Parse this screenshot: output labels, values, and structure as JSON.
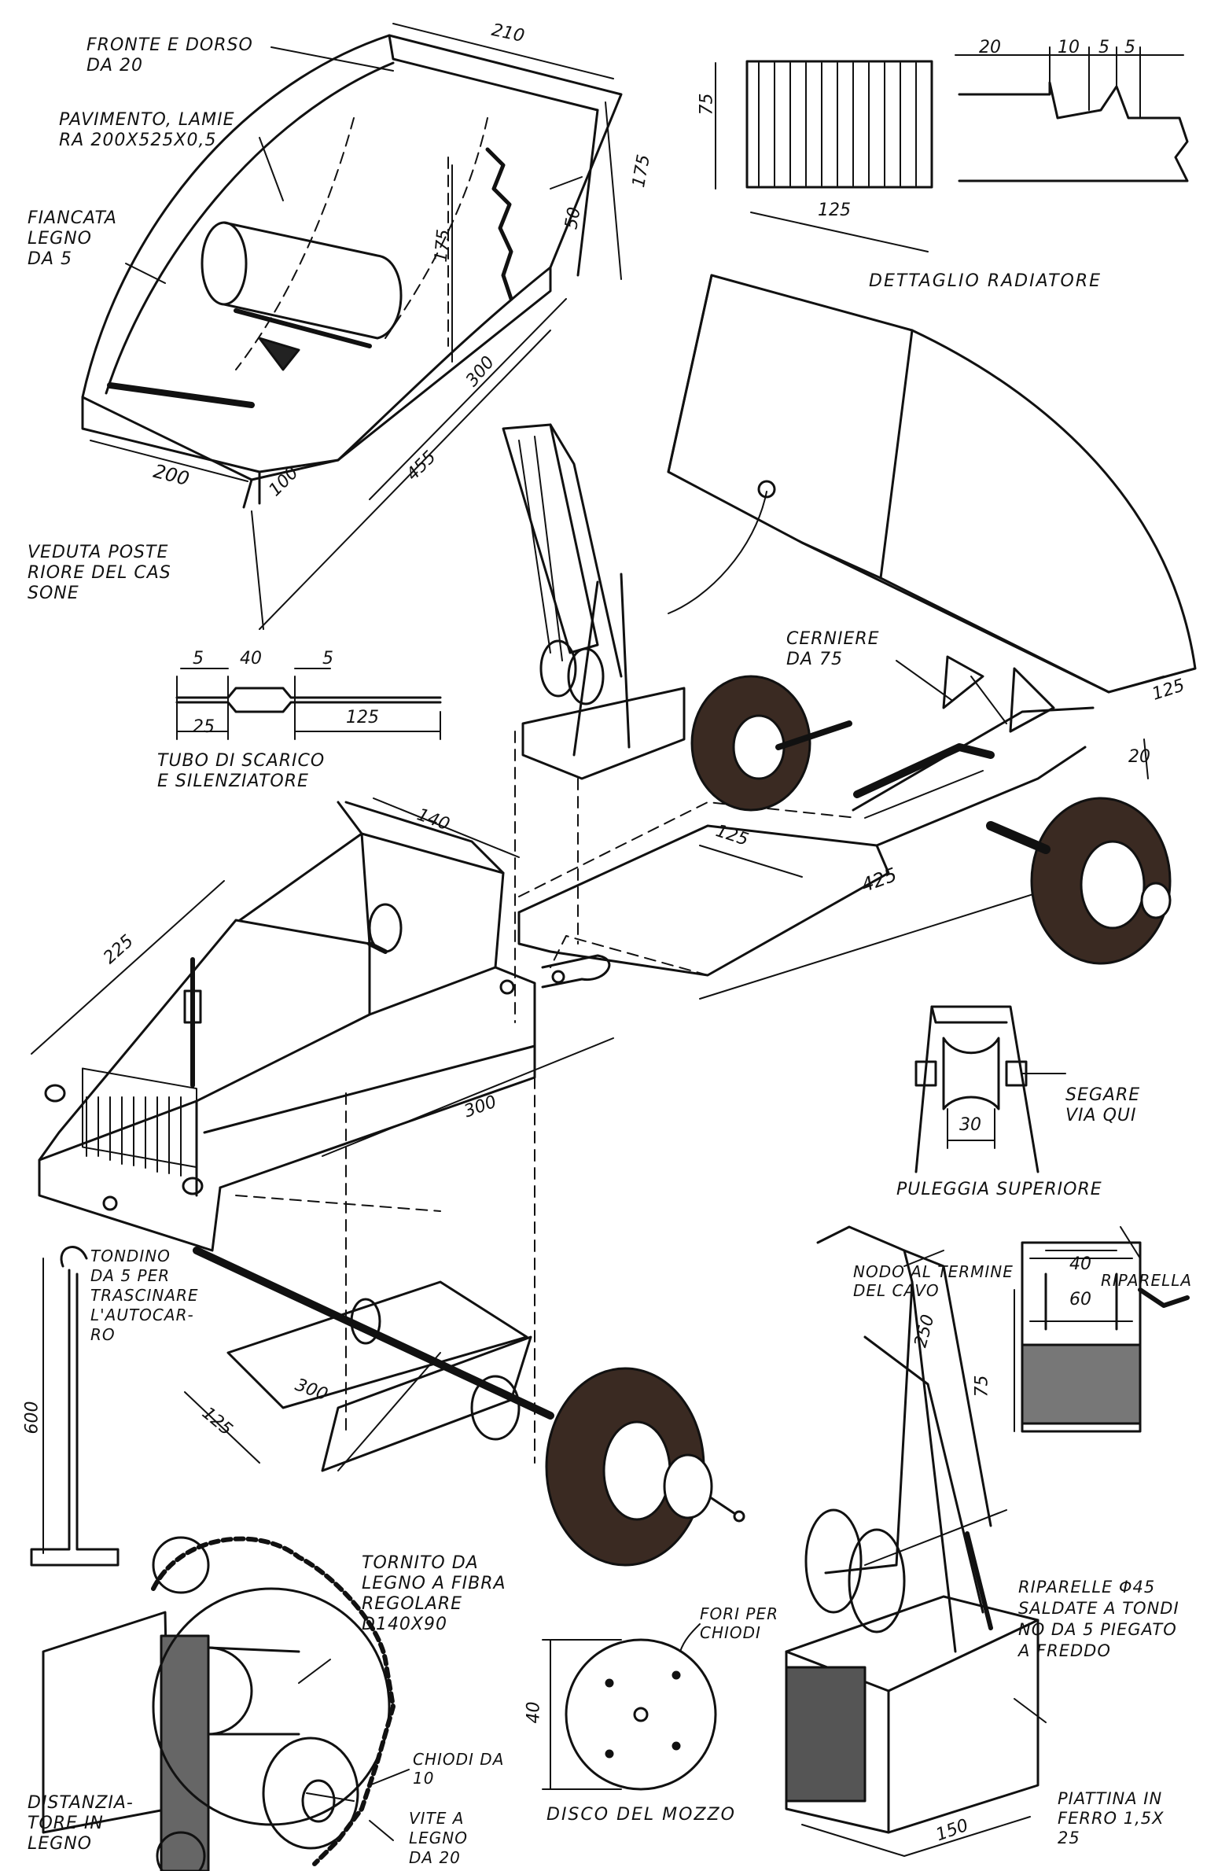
{
  "labels": {
    "fronte_dorso": "FRONTE E DORSO\nDA 20",
    "pavimento": "PAVIMENTO, LAMIE\nRA 200x525x0,5",
    "fiancata": "FIANCATA\nLEGNO\nDA 5",
    "veduta": "VEDUTA POSTE\nRIORE DEL CAS\nSONE",
    "dettaglio_radiatore": "DETTAGLIO RADIATORE",
    "cerniere": "CERNIERE\nDA 75",
    "tubo_scarico": "TUBO DI SCARICO\nE SILENZIATORE",
    "segare": "SEGARE\nVIA QUI",
    "puleggia": "PULEGGIA SUPERIORE",
    "tondino": "TONDINO\nDA 5 PER\nTRASCINARE\nL'AUTOCAR-\nRO",
    "nodo": "NODO AL TERMINE\nDEL CAVO",
    "riparella": "RIPARELLA",
    "riparelle": "RIPARELLE Φ45\nSALDATE A TONDI\nNO DA 5 PIEGATO\nA FREDDO",
    "tornito": "TORNITO DA\nLEGNO A FIBRA\nREGOLARE\nD140x90",
    "fori": "FORI PER\nCHIODI",
    "chiodi": "CHIODI DA\n10",
    "distanziatore": "DISTANZIA-\nTORE IN\nLEGNO",
    "vite": "VITE A\nLEGNO\nDA 20",
    "disco": "DISCO DEL MOZZO",
    "piattina": "PIATTINA IN\nFERRO 1,5x\n25"
  },
  "dims": {
    "d210": "210",
    "d175a": "175",
    "d175b": "175",
    "d50": "50",
    "d300a": "300",
    "d200": "200",
    "d100": "100",
    "d455": "455",
    "d75r": "75",
    "d125r": "125",
    "d20r": "20",
    "d10r": "10",
    "d5r1": "5",
    "d5r2": "5",
    "d5t1": "5",
    "d40t": "40",
    "d5t2": "5",
    "d25t": "25",
    "d125t": "125",
    "d125s": "125",
    "d20s": "20",
    "d125b": "125",
    "d425": "425",
    "d140": "140",
    "d225": "225",
    "d300c": "300",
    "d30": "30",
    "d600": "600",
    "d300ax": "300",
    "d125ax": "125",
    "d40w": "40",
    "d60w": "60",
    "d250": "250",
    "d75w": "75",
    "d40d": "40",
    "d150": "150"
  }
}
